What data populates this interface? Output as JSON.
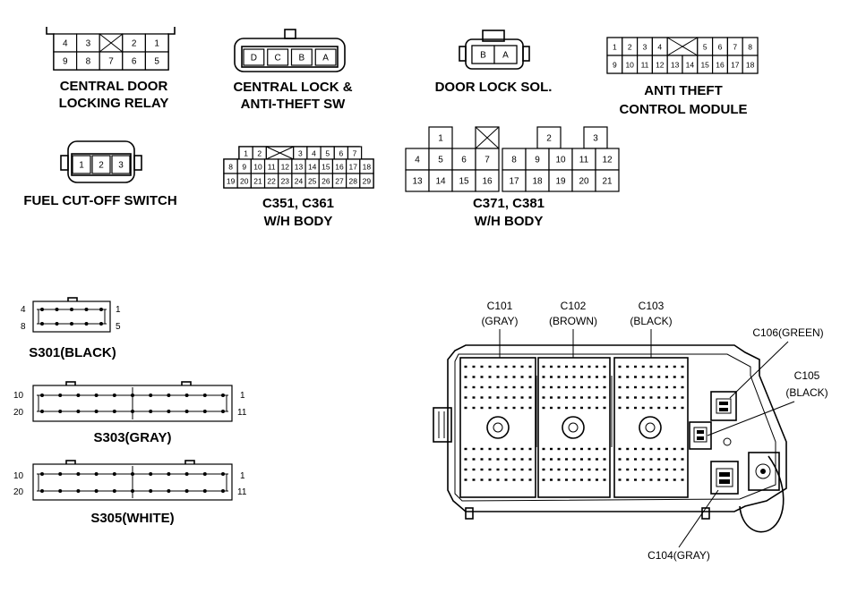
{
  "connectors": {
    "central_door_locking_relay": {
      "label_line1": "CENTRAL DOOR",
      "label_line2": "LOCKING RELAY",
      "top_pins": [
        "4",
        "3",
        "",
        "2",
        "1"
      ],
      "bottom_pins": [
        "9",
        "8",
        "7",
        "6",
        "5"
      ]
    },
    "central_lock_antitheft_sw": {
      "label_line1": "CENTRAL LOCK &",
      "label_line2": "ANTI-THEFT SW",
      "pins": [
        "D",
        "C",
        "B",
        "A"
      ]
    },
    "door_lock_sol": {
      "label_line1": "DOOR LOCK SOL.",
      "pins": [
        "B",
        "A"
      ]
    },
    "anti_theft_control_module": {
      "label_line1": "ANTI THEFT",
      "label_line2": "CONTROL MODULE",
      "top_pins": [
        "1",
        "2",
        "3",
        "4",
        "",
        "5",
        "6",
        "7",
        "8"
      ],
      "bottom_pins": [
        "9",
        "10",
        "11",
        "12",
        "13",
        "14",
        "15",
        "16",
        "17",
        "18"
      ]
    },
    "fuel_cutoff_switch": {
      "label_line1": "FUEL CUT-OFF SWITCH",
      "pins": [
        "1",
        "2",
        "3"
      ]
    },
    "c351_c361": {
      "label_line1": "C351, C361",
      "label_line2": "W/H BODY",
      "row1": [
        "1",
        "2",
        "",
        "3",
        "4",
        "5",
        "6",
        "7"
      ],
      "row2": [
        "8",
        "9",
        "10",
        "11",
        "12",
        "13",
        "14",
        "15",
        "16",
        "17",
        "18"
      ],
      "row3": [
        "19",
        "20",
        "21",
        "22",
        "23",
        "24",
        "25",
        "26",
        "27",
        "28",
        "29"
      ]
    },
    "c371_c381": {
      "label_line1": "C371, C381",
      "label_line2": "W/H BODY",
      "top": [
        "1",
        "",
        "2",
        "3"
      ],
      "row2": [
        "4",
        "5",
        "6",
        "7",
        "8",
        "9",
        "10",
        "11",
        "12"
      ],
      "row3": [
        "13",
        "14",
        "15",
        "16",
        "17",
        "18",
        "19",
        "20",
        "21"
      ]
    }
  },
  "splices": {
    "s301": {
      "label": "S301(BLACK)",
      "left_top": "4",
      "left_bottom": "8",
      "right_top": "1",
      "right_bottom": "5"
    },
    "s303": {
      "label": "S303(GRAY)",
      "left_top": "10",
      "left_bottom": "20",
      "right_top": "1",
      "right_bottom": "11"
    },
    "s305": {
      "label": "S305(WHITE)",
      "left_top": "10",
      "left_bottom": "20",
      "right_top": "1",
      "right_bottom": "11"
    }
  },
  "fuse_box": {
    "c101": {
      "name": "C101",
      "color": "(GRAY)"
    },
    "c102": {
      "name": "C102",
      "color": "(BROWN)"
    },
    "c103": {
      "name": "C103",
      "color": "(BLACK)"
    },
    "c106": {
      "label": "C106(GREEN)"
    },
    "c105": {
      "name": "C105",
      "color": "(BLACK)"
    },
    "c104": {
      "label": "C104(GRAY)"
    }
  }
}
